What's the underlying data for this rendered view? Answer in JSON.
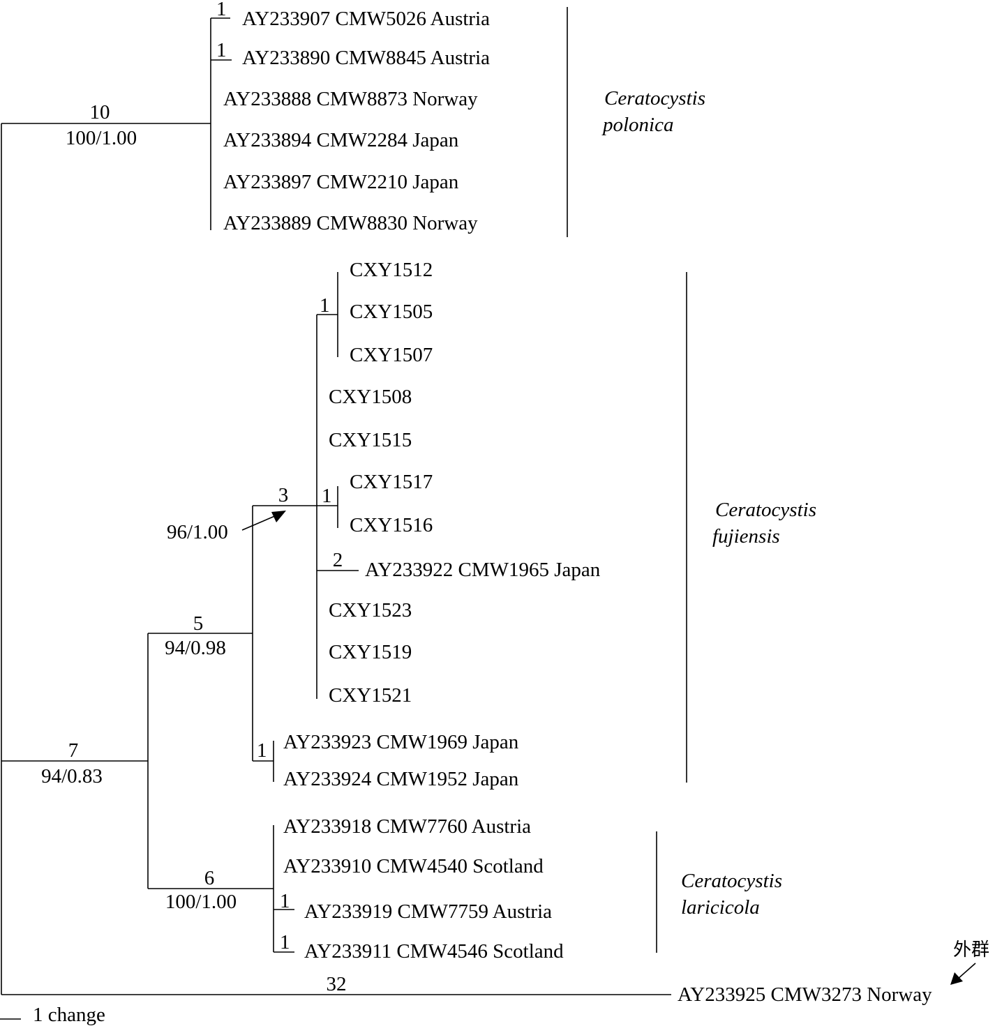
{
  "taxa": {
    "t1": "AY233907 CMW5026 Austria",
    "t2": "AY233890 CMW8845 Austria",
    "t3": "AY233888 CMW8873 Norway",
    "t4": "AY233894 CMW2284 Japan",
    "t5": "AY233897 CMW2210 Japan",
    "t6": "AY233889 CMW8830 Norway",
    "c1512": "CXY1512",
    "c1505": "CXY1505",
    "c1507": "CXY1507",
    "c1508": "CXY1508",
    "c1515": "CXY1515",
    "c1517": "CXY1517",
    "c1516": "CXY1516",
    "t7": "AY233922 CMW1965 Japan",
    "c1523": "CXY1523",
    "c1519": "CXY1519",
    "c1521": "CXY1521",
    "t8": "AY233923 CMW1969 Japan",
    "t9": "AY233924 CMW1952 Japan",
    "t10": "AY233918 CMW7760 Austria",
    "t11": "AY233910 CMW4540 Scotland",
    "t12": "AY233919 CMW7759 Austria",
    "t13": "AY233911 CMW4546 Scotland",
    "outgroup": "AY233925 CMW3273 Norway"
  },
  "branch_labels": {
    "b1": "1",
    "b2": "1",
    "polonica_len": "10",
    "polonica_sup": "100/1.00",
    "cxy_a": "1",
    "cxy_b": "1",
    "cmw1965": "2",
    "fuj_inner_len": "3",
    "fuj_inner_sup": "96/1.00",
    "fuj_len": "5",
    "fuj_sup": "94/0.98",
    "jp_pair": "1",
    "big_len": "7",
    "big_sup": "94/0.83",
    "lar_len": "6",
    "lar_sup": "100/1.00",
    "lar_a": "1",
    "lar_b": "1",
    "out_len": "32"
  },
  "clades": {
    "polonica": [
      "Ceratocystis",
      "polonica"
    ],
    "fujiensis": [
      "Ceratocystis",
      "fujiensis"
    ],
    "laricicola": [
      "Ceratocystis",
      "laricicola"
    ]
  },
  "outgroup_label": "外群",
  "scale_label": "1 change"
}
